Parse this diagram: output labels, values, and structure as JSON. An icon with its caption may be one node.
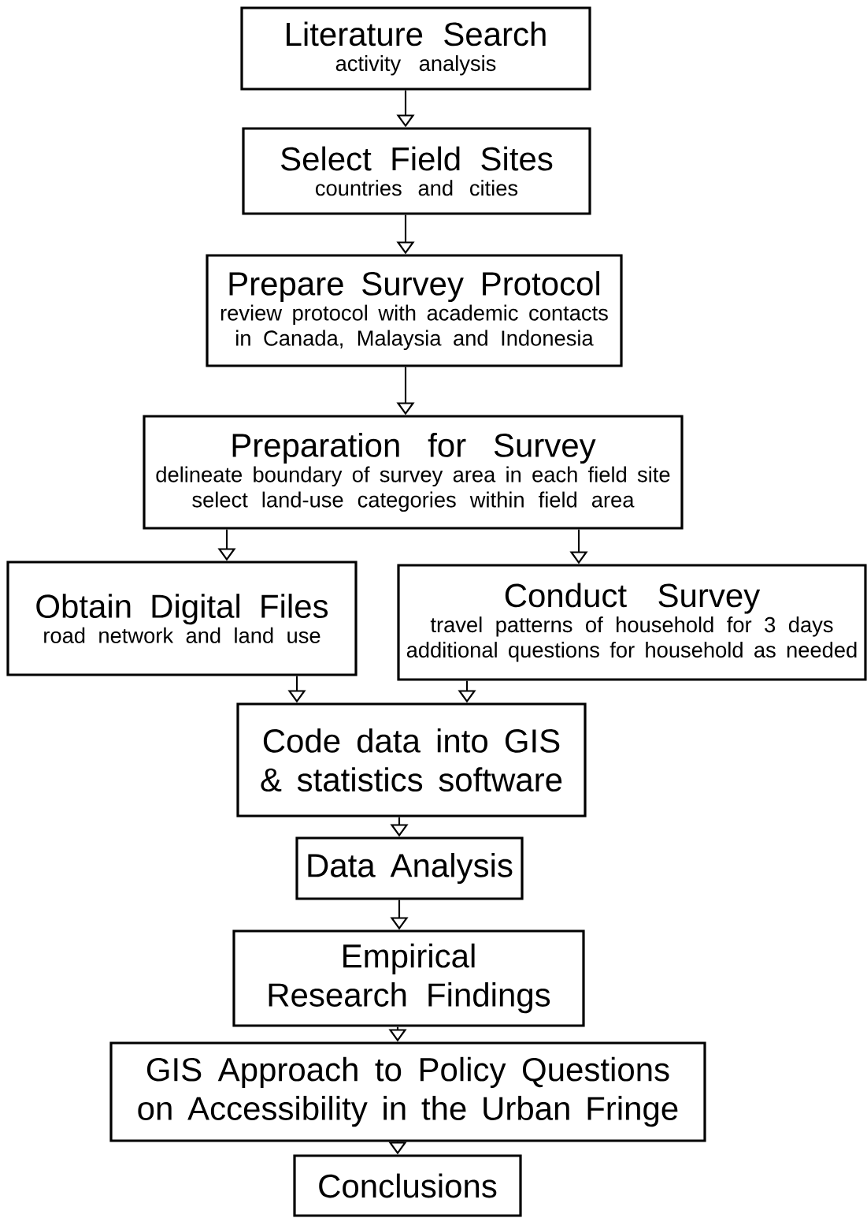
{
  "diagram": {
    "nodes": [
      {
        "text": [
          "Literature Search",
          "activity analysis"
        ]
      },
      {
        "text": [
          "Select Field Sites",
          "countries and cities"
        ]
      },
      {
        "text": [
          "Prepare Survey Protocol",
          "review protocol with academic contacts in Canada, Malaysia and Indonesia"
        ]
      },
      {
        "text": [
          "Preparation for Survey",
          "delineate boundary of survey area in each field site",
          "select land-use categories within field area"
        ]
      },
      {
        "text": [
          "Obtain Digital Files",
          "road network and land use"
        ]
      },
      {
        "text": [
          "Conduct Survey",
          "travel patterns of household for 3 days",
          "additional questions for household as needed"
        ]
      },
      {
        "text": [
          "Code data into GIS & statistics software"
        ]
      },
      {
        "text": [
          "Data Analysis"
        ]
      },
      {
        "text": [
          "Empirical Research Findings"
        ]
      },
      {
        "text": [
          "GIS Approach to Policy Questions on Accessibility in the Urban Fringe"
        ]
      },
      {
        "text": [
          "Conclusions"
        ]
      }
    ],
    "edges": [
      {
        "from": 0,
        "to": 1,
        "arrow": "to"
      },
      {
        "from": 1,
        "to": 2,
        "arrow": "to"
      },
      {
        "from": 2,
        "to": 3,
        "arrow": "to"
      },
      {
        "from": 3,
        "to": 4,
        "arrow": "to"
      },
      {
        "from": 3,
        "to": 5,
        "arrow": "to"
      },
      {
        "from": 4,
        "to": 6,
        "arrow": "to"
      },
      {
        "from": 5,
        "to": 6,
        "arrow": "to"
      },
      {
        "from": 6,
        "to": 7,
        "arrow": "to"
      },
      {
        "from": 7,
        "to": 8,
        "arrow": "to"
      },
      {
        "from": 8,
        "to": 9,
        "arrow": "to"
      },
      {
        "from": 9,
        "to": 10,
        "arrow": "to"
      }
    ]
  }
}
